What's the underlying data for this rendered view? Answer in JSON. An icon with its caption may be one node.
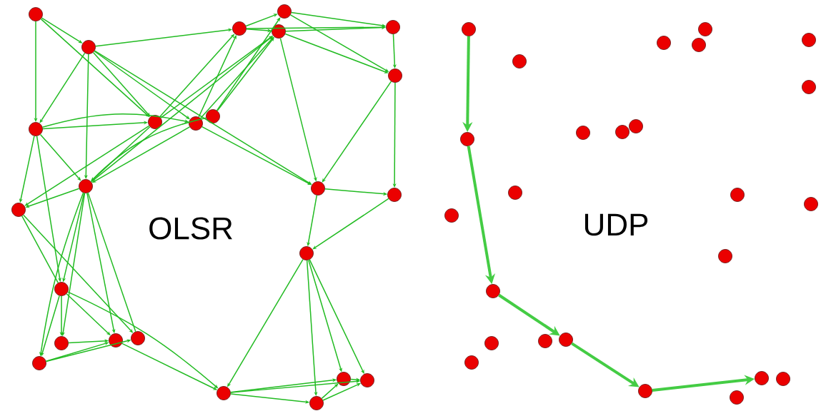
{
  "diagram": {
    "nodes": [
      {
        "text": [],
        "shape": "circle"
      },
      {
        "text": [],
        "shape": "circle"
      },
      {
        "text": [],
        "shape": "circle"
      },
      {
        "text": [],
        "shape": "circle"
      },
      {
        "text": [],
        "shape": "circle"
      },
      {
        "text": [],
        "shape": "circle"
      },
      {
        "text": [],
        "shape": "circle"
      },
      {
        "text": [],
        "shape": "circle"
      },
      {
        "text": [],
        "shape": "circle"
      },
      {
        "text": [],
        "shape": "circle"
      },
      {
        "text": [],
        "shape": "circle"
      },
      {
        "text": [],
        "shape": "circle"
      },
      {
        "text": [],
        "shape": "circle"
      },
      {
        "text": [],
        "shape": "circle"
      },
      {
        "text": [],
        "shape": "circle"
      },
      {
        "text": [],
        "shape": "circle"
      },
      {
        "text": [],
        "shape": "circle"
      },
      {
        "text": [],
        "shape": "circle"
      },
      {
        "text": [],
        "shape": "circle"
      },
      {
        "text": [],
        "shape": "circle"
      },
      {
        "text": [],
        "shape": "circle"
      },
      {
        "text": [],
        "shape": "circle"
      },
      {
        "text": [],
        "shape": "circle"
      },
      {
        "text": [],
        "shape": "circle"
      },
      {
        "text": [],
        "shape": "circle"
      },
      {
        "text": [],
        "shape": "circle"
      },
      {
        "text": [],
        "shape": "circle"
      },
      {
        "text": [],
        "shape": "circle"
      },
      {
        "text": [],
        "shape": "circle"
      },
      {
        "text": [],
        "shape": "circle"
      },
      {
        "text": [],
        "shape": "circle"
      },
      {
        "text": [],
        "shape": "circle"
      },
      {
        "text": [],
        "shape": "circle"
      },
      {
        "text": [],
        "shape": "circle"
      },
      {
        "text": [],
        "shape": "circle"
      },
      {
        "text": [],
        "shape": "circle"
      },
      {
        "text": [],
        "shape": "circle"
      },
      {
        "text": [],
        "shape": "circle"
      },
      {
        "text": [],
        "shape": "circle"
      },
      {
        "text": [],
        "shape": "circle"
      },
      {
        "text": [],
        "shape": "circle"
      },
      {
        "text": [],
        "shape": "circle"
      },
      {
        "text": [],
        "shape": "circle"
      },
      {
        "text": [],
        "shape": "circle"
      },
      {
        "text": [],
        "shape": "circle"
      },
      {
        "text": [],
        "shape": "circle"
      },
      {
        "text": [],
        "shape": "circle"
      },
      {
        "text": [],
        "shape": "circle"
      },
      {
        "text": [],
        "shape": "circle"
      },
      {
        "text": [],
        "shape": "circle"
      }
    ],
    "edges": [
      {
        "from": 0,
        "to": 7,
        "arrow": "to"
      },
      {
        "from": 0,
        "to": 1,
        "arrow": "to"
      },
      {
        "from": 0,
        "to": 8,
        "arrow": "to"
      },
      {
        "from": 1,
        "to": 2,
        "arrow": "to"
      },
      {
        "from": 1,
        "to": 7,
        "arrow": "to"
      },
      {
        "from": 1,
        "to": 11,
        "arrow": "to"
      },
      {
        "from": 1,
        "to": 8,
        "arrow": "to"
      },
      {
        "from": 1,
        "to": 9,
        "arrow": "to"
      },
      {
        "from": 1,
        "to": 12,
        "arrow": "to"
      },
      {
        "from": 7,
        "to": 8,
        "arrow": "to"
      },
      {
        "from": 7,
        "to": 9,
        "arrow": "to"
      },
      {
        "from": 7,
        "to": 11,
        "arrow": "to"
      },
      {
        "from": 7,
        "to": 13,
        "arrow": "to"
      },
      {
        "from": 7,
        "to": 16,
        "arrow": "to"
      },
      {
        "from": 8,
        "to": 11,
        "arrow": "to"
      },
      {
        "from": 9,
        "to": 11,
        "arrow": "to"
      },
      {
        "from": 10,
        "to": 11,
        "arrow": "to"
      },
      {
        "from": 8,
        "to": 13,
        "arrow": "to"
      },
      {
        "from": 11,
        "to": 13,
        "arrow": "to"
      },
      {
        "from": 8,
        "to": 2,
        "arrow": "to"
      },
      {
        "from": 8,
        "to": 4,
        "arrow": "to"
      },
      {
        "from": 9,
        "to": 2,
        "arrow": "to"
      },
      {
        "from": 9,
        "to": 4,
        "arrow": "to"
      },
      {
        "from": 10,
        "to": 3,
        "arrow": "to"
      },
      {
        "from": 10,
        "to": 4,
        "arrow": "to"
      },
      {
        "from": 11,
        "to": 4,
        "arrow": "to"
      },
      {
        "from": 2,
        "to": 3,
        "arrow": "to"
      },
      {
        "from": 2,
        "to": 4,
        "arrow": "to"
      },
      {
        "from": 2,
        "to": 5,
        "arrow": "to"
      },
      {
        "from": 3,
        "to": 5,
        "arrow": "to"
      },
      {
        "from": 3,
        "to": 6,
        "arrow": "to"
      },
      {
        "from": 4,
        "to": 5,
        "arrow": "to"
      },
      {
        "from": 4,
        "to": 6,
        "arrow": "to"
      },
      {
        "from": 4,
        "to": 12,
        "arrow": "to"
      },
      {
        "from": 5,
        "to": 6,
        "arrow": "to"
      },
      {
        "from": 6,
        "to": 14,
        "arrow": "to"
      },
      {
        "from": 6,
        "to": 12,
        "arrow": "to"
      },
      {
        "from": 12,
        "to": 14,
        "arrow": "to"
      },
      {
        "from": 12,
        "to": 15,
        "arrow": "to"
      },
      {
        "from": 14,
        "to": 15,
        "arrow": "to"
      },
      {
        "from": 9,
        "to": 12,
        "arrow": "to"
      },
      {
        "from": 11,
        "to": 16,
        "arrow": "to"
      },
      {
        "from": 11,
        "to": 17,
        "arrow": "to"
      },
      {
        "from": 11,
        "to": 18,
        "arrow": "to"
      },
      {
        "from": 11,
        "to": 19,
        "arrow": "none"
      },
      {
        "from": 11,
        "to": 20,
        "arrow": "to"
      },
      {
        "from": 13,
        "to": 16,
        "arrow": "none"
      },
      {
        "from": 13,
        "to": 19,
        "arrow": "to"
      },
      {
        "from": 16,
        "to": 17,
        "arrow": "to"
      },
      {
        "from": 16,
        "to": 18,
        "arrow": "to"
      },
      {
        "from": 16,
        "to": 20,
        "arrow": "to"
      },
      {
        "from": 17,
        "to": 18,
        "arrow": "to"
      },
      {
        "from": 20,
        "to": 18,
        "arrow": "to"
      },
      {
        "from": 20,
        "to": 19,
        "arrow": "to"
      },
      {
        "from": 16,
        "to": 21,
        "arrow": "to"
      },
      {
        "from": 18,
        "to": 21,
        "arrow": "to"
      },
      {
        "from": 15,
        "to": 21,
        "arrow": "to"
      },
      {
        "from": 15,
        "to": 22,
        "arrow": "to"
      },
      {
        "from": 15,
        "to": 23,
        "arrow": "to"
      },
      {
        "from": 15,
        "to": 24,
        "arrow": "to"
      },
      {
        "from": 21,
        "to": 22,
        "arrow": "to"
      },
      {
        "from": 21,
        "to": 23,
        "arrow": "to"
      },
      {
        "from": 21,
        "to": 24,
        "arrow": "to"
      },
      {
        "from": 24,
        "to": 22,
        "arrow": "to"
      },
      {
        "from": 24,
        "to": 23,
        "arrow": "to"
      },
      {
        "from": 22,
        "to": 23,
        "arrow": "to"
      },
      {
        "from": 25,
        "to": 32,
        "arrow": "to",
        "style": "thick",
        "color": "#44cc44"
      },
      {
        "from": 32,
        "to": 41,
        "arrow": "to",
        "style": "thick",
        "color": "#44cc44"
      },
      {
        "from": 41,
        "to": 45,
        "arrow": "to",
        "style": "thick",
        "color": "#44cc44"
      },
      {
        "from": 45,
        "to": 46,
        "arrow": "to",
        "style": "thick",
        "color": "#44cc44"
      },
      {
        "from": 46,
        "to": 47,
        "arrow": "to",
        "style": "thick",
        "color": "#44cc44"
      }
    ],
    "labels": [
      "OLSR",
      "UDP"
    ]
  }
}
